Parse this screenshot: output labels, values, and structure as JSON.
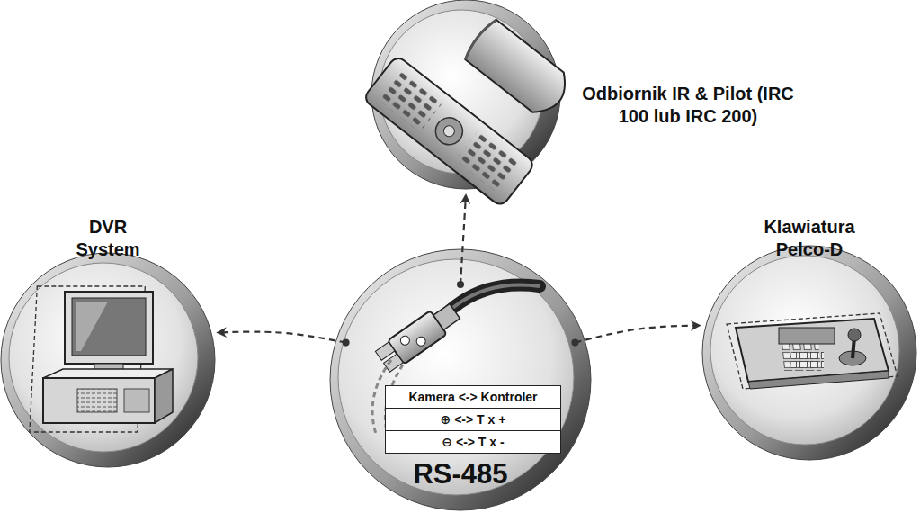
{
  "diagram": {
    "nodes": [
      {
        "text": [
          "Odbiornik IR & Pilot (IRC 100 lub IRC 200)"
        ]
      },
      {
        "text": [
          "DVR System"
        ]
      },
      {
        "text": [
          "Kamera <-> Kontroler",
          "⊕ <-> T x +",
          "⊖ <-> T x -",
          "RS-485"
        ]
      },
      {
        "text": [
          "Klawiatura Pelco-D"
        ]
      }
    ],
    "edges": [
      {
        "from": 2,
        "to": 0,
        "arrow": "to"
      },
      {
        "from": 2,
        "to": 1,
        "arrow": "to"
      },
      {
        "from": 2,
        "to": 3,
        "arrow": "to"
      }
    ]
  }
}
